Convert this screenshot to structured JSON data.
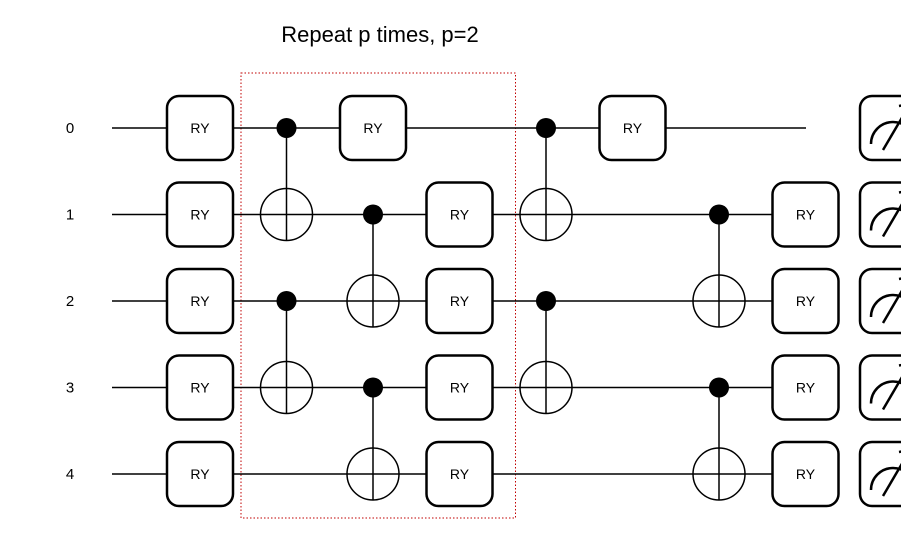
{
  "title": "Repeat p times, p=2",
  "qubits": [
    "0",
    "1",
    "2",
    "3",
    "4"
  ],
  "gate_label": "RY",
  "colors": {
    "repeat_box": "#c00000",
    "ink": "#000000",
    "background": "#ffffff"
  },
  "icons": {
    "measure": "measurement-meter-icon"
  },
  "columns": [
    {
      "ops": [
        {
          "type": "RY",
          "qubits": [
            0,
            1,
            2,
            3,
            4
          ]
        }
      ]
    },
    {
      "ops": [
        {
          "type": "CNOT",
          "control": 0,
          "target": 1
        },
        {
          "type": "CNOT",
          "control": 2,
          "target": 3
        }
      ]
    },
    {
      "ops": [
        {
          "type": "RY",
          "qubits": [
            0
          ]
        },
        {
          "type": "CNOT",
          "control": 1,
          "target": 2
        },
        {
          "type": "CNOT",
          "control": 3,
          "target": 4
        }
      ]
    },
    {
      "ops": [
        {
          "type": "RY",
          "qubits": [
            1,
            2,
            3,
            4
          ]
        }
      ]
    },
    {
      "ops": [
        {
          "type": "CNOT",
          "control": 0,
          "target": 1
        },
        {
          "type": "CNOT",
          "control": 2,
          "target": 3
        }
      ]
    },
    {
      "ops": [
        {
          "type": "RY",
          "qubits": [
            0
          ]
        }
      ]
    },
    {
      "ops": [
        {
          "type": "CNOT",
          "control": 1,
          "target": 2
        },
        {
          "type": "CNOT",
          "control": 3,
          "target": 4
        }
      ]
    },
    {
      "ops": [
        {
          "type": "RY",
          "qubits": [
            1,
            2,
            3,
            4
          ]
        }
      ]
    },
    {
      "ops": [
        {
          "type": "MEASURE",
          "qubits": [
            0,
            1,
            2,
            3,
            4
          ]
        }
      ]
    }
  ],
  "repeat_block": {
    "from_column": 1,
    "to_column": 3
  }
}
